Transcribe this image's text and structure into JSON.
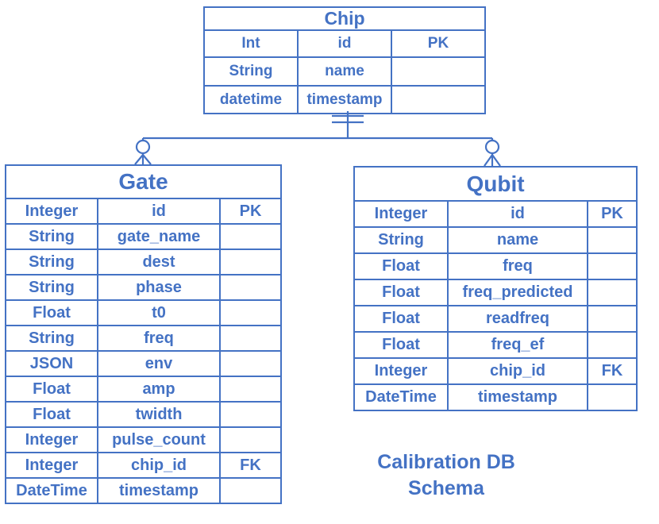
{
  "diagram": {
    "caption": [
      "Calibration DB",
      "Schema"
    ],
    "tables": {
      "chip": {
        "name": "Chip",
        "rows": [
          [
            "Int",
            "id",
            "PK"
          ],
          [
            "String",
            "name",
            ""
          ],
          [
            "datetime",
            "timestamp",
            ""
          ]
        ]
      },
      "gate": {
        "name": "Gate",
        "rows": [
          [
            "Integer",
            "id",
            "PK"
          ],
          [
            "String",
            "gate_name",
            ""
          ],
          [
            "String",
            "dest",
            ""
          ],
          [
            "String",
            "phase",
            ""
          ],
          [
            "Float",
            "t0",
            ""
          ],
          [
            "String",
            "freq",
            ""
          ],
          [
            "JSON",
            "env",
            ""
          ],
          [
            "Float",
            "amp",
            ""
          ],
          [
            "Float",
            "twidth",
            ""
          ],
          [
            "Integer",
            "pulse_count",
            ""
          ],
          [
            "Integer",
            "chip_id",
            "FK"
          ],
          [
            "DateTime",
            "timestamp",
            ""
          ]
        ]
      },
      "qubit": {
        "name": "Qubit",
        "rows": [
          [
            "Integer",
            "id",
            "PK"
          ],
          [
            "String",
            "name",
            ""
          ],
          [
            "Float",
            "freq",
            ""
          ],
          [
            "Float",
            "freq_predicted",
            ""
          ],
          [
            "Float",
            "readfreq",
            ""
          ],
          [
            "Float",
            "freq_ef",
            ""
          ],
          [
            "Integer",
            "chip_id",
            "FK"
          ],
          [
            "DateTime",
            "timestamp",
            ""
          ]
        ]
      }
    },
    "relationships": [
      {
        "from": "chip",
        "to": "gate",
        "type": "one-to-zero-or-many"
      },
      {
        "from": "chip",
        "to": "qubit",
        "type": "one-to-zero-or-many"
      }
    ],
    "colors": {
      "line": "#4472c4",
      "text": "#4472c4",
      "background": "#ffffff"
    }
  }
}
